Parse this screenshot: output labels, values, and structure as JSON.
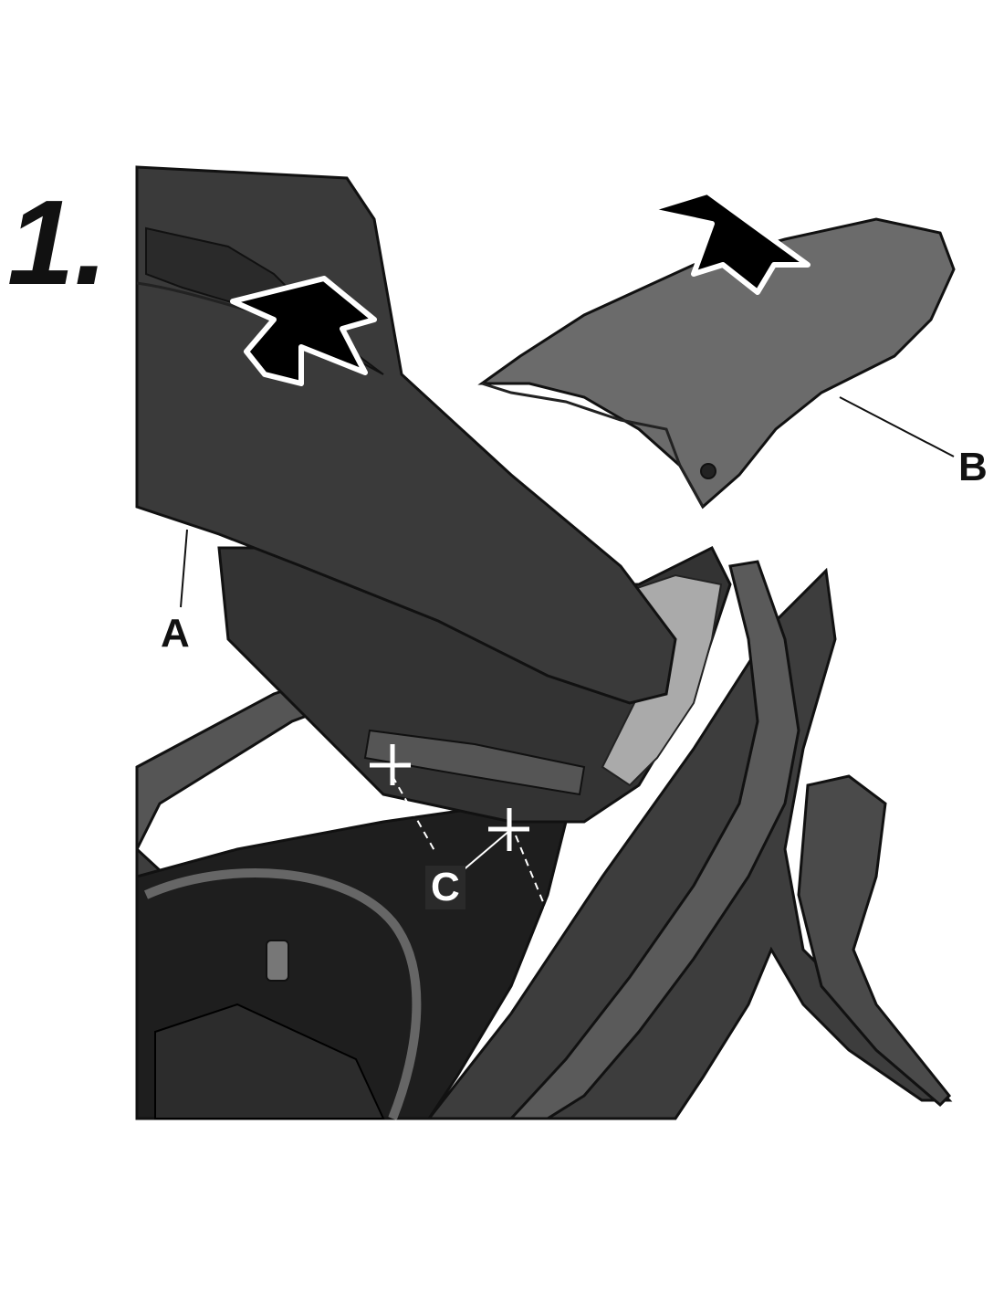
{
  "step": {
    "number": "1."
  },
  "callouts": {
    "a": "A",
    "b": "B",
    "c": "C"
  },
  "colors": {
    "seat": "#3a3a3a",
    "seat_dark": "#2a2a2a",
    "cover": "#6b6b6b",
    "frame": "#4a4a4a",
    "arrow": "#000000",
    "background": "#ffffff"
  },
  "icons": {
    "remove_arrow_seat": "arrow-up-icon",
    "remove_arrow_cover": "arrow-up-icon",
    "bolt_marks": "cross-mark-icon"
  }
}
